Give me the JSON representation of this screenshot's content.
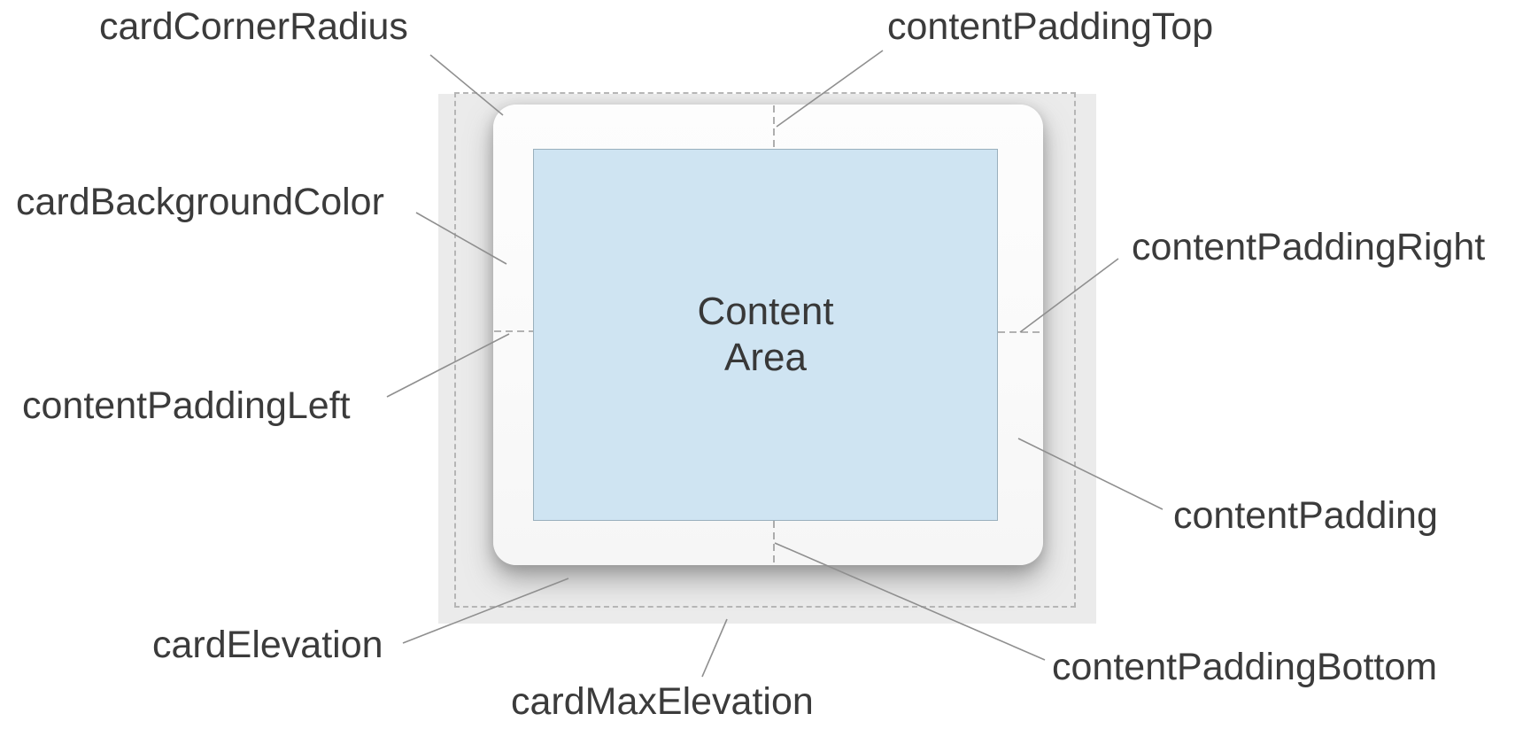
{
  "colors": {
    "background": "#ffffff",
    "shadow_region_fill": "#ebebeb",
    "card_fill": "#fafafa",
    "content_area_fill": "#cfe4f2",
    "content_area_border": "#9ab0bd",
    "label_text": "#3b3b3b",
    "leader_line": "#8f8f8f",
    "dashed_outline": "#b6b6b6",
    "padding_guide": "#9a9a9a"
  },
  "content_area": {
    "line1": "Content",
    "line2": "Area"
  },
  "labels": [
    {
      "id": "cardCornerRadius",
      "text": "cardCornerRadius"
    },
    {
      "id": "contentPaddingTop",
      "text": "contentPaddingTop"
    },
    {
      "id": "cardBackgroundColor",
      "text": "cardBackgroundColor"
    },
    {
      "id": "contentPaddingRight",
      "text": "contentPaddingRight"
    },
    {
      "id": "contentPaddingLeft",
      "text": "contentPaddingLeft"
    },
    {
      "id": "contentPadding",
      "text": "contentPadding"
    },
    {
      "id": "cardElevation",
      "text": "cardElevation"
    },
    {
      "id": "cardMaxElevation",
      "text": "cardMaxElevation"
    },
    {
      "id": "contentPaddingBottom",
      "text": "contentPaddingBottom"
    }
  ]
}
